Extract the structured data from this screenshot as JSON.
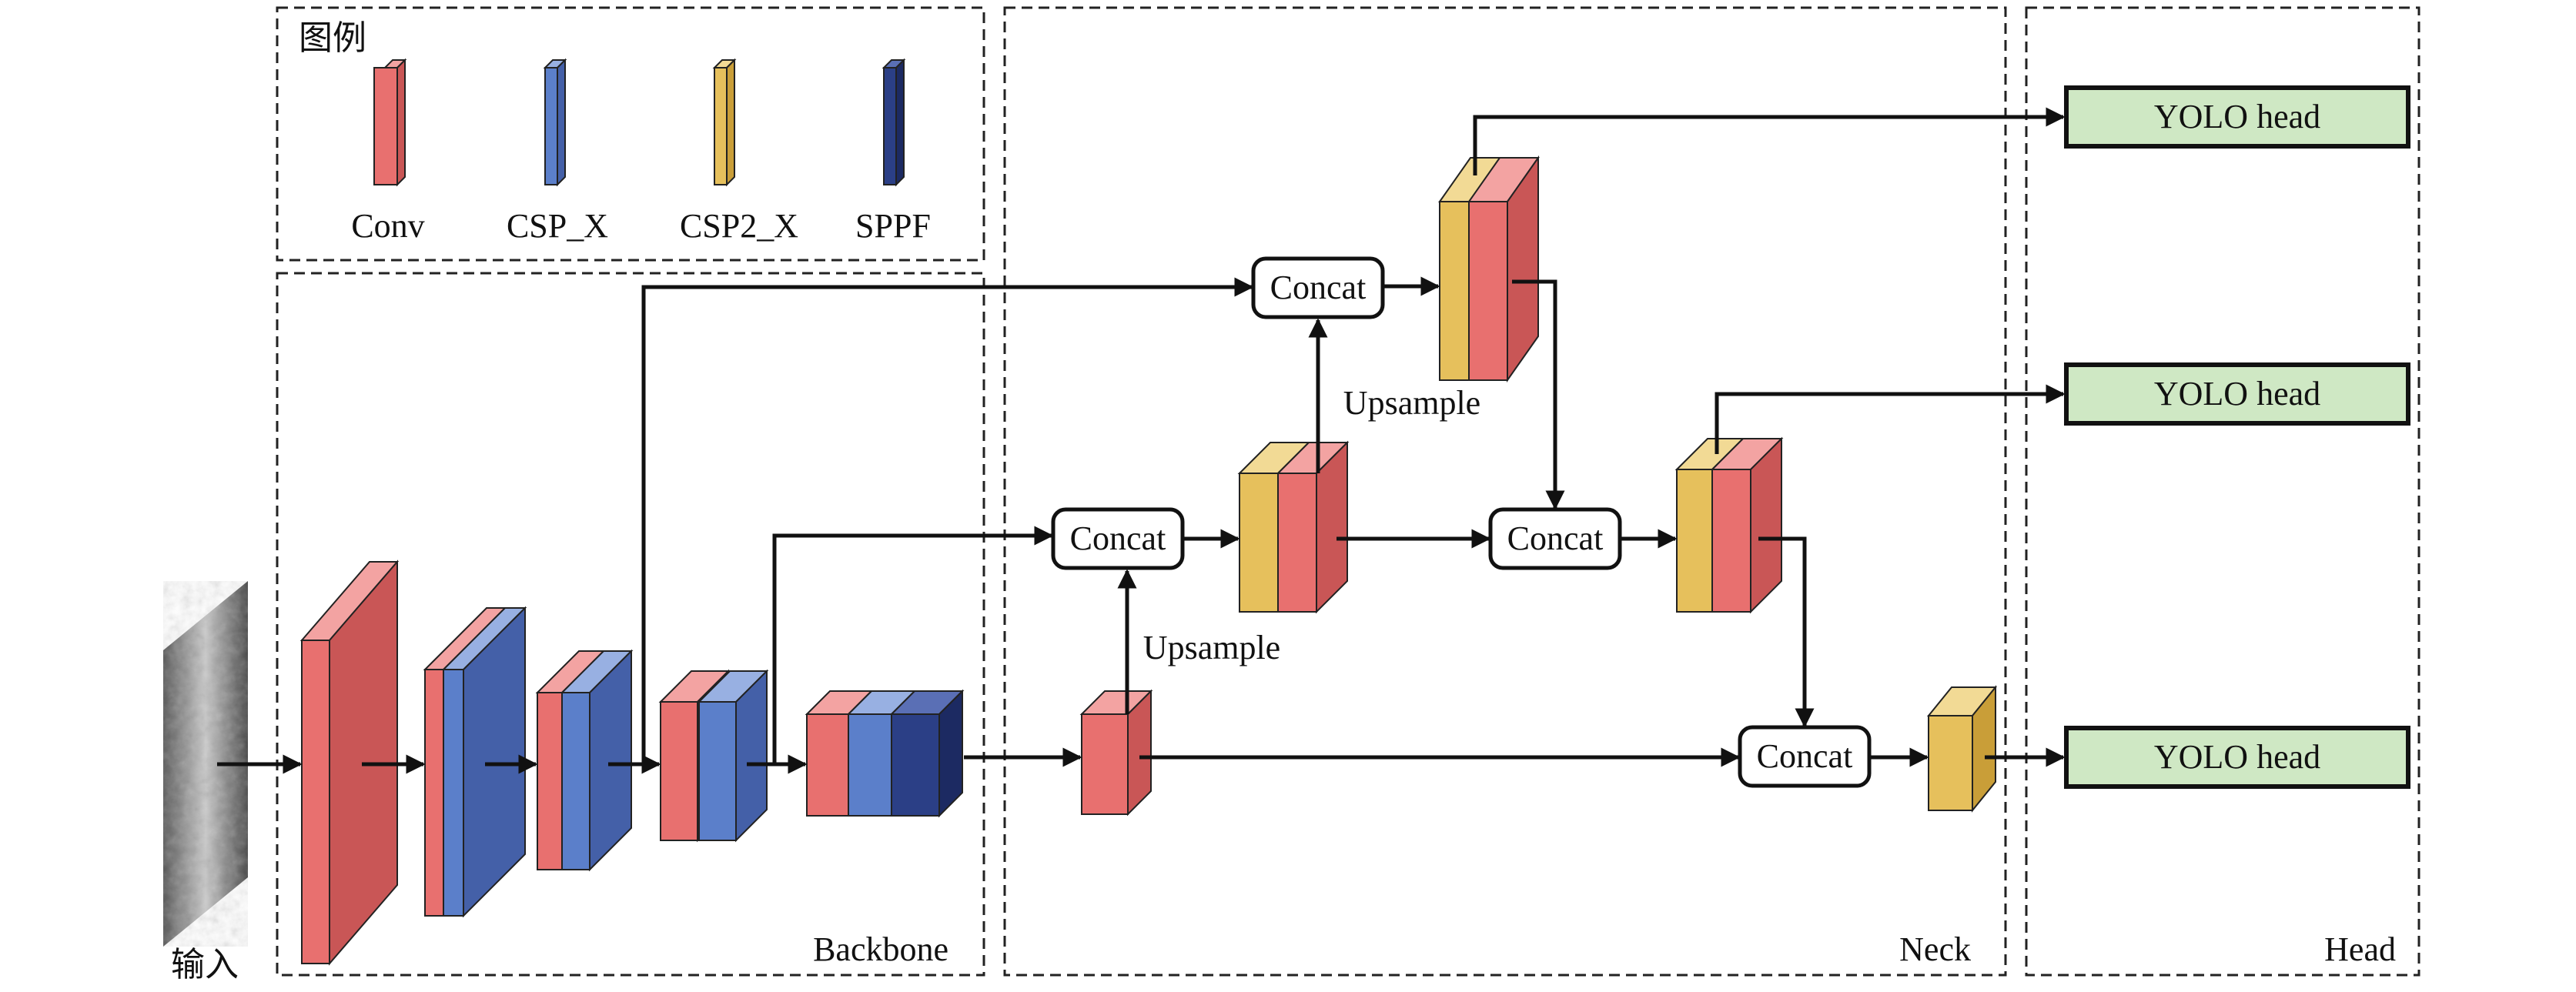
{
  "legend": {
    "title": "图例",
    "items": [
      {
        "key": "conv",
        "label": "Conv",
        "color": "#e8706f"
      },
      {
        "key": "csp",
        "label": "CSP_X",
        "color": "#5b7fca"
      },
      {
        "key": "csp2",
        "label": "CSP2_X",
        "color": "#e6c05c"
      },
      {
        "key": "sppf",
        "label": "SPPF",
        "color": "#2b3f86"
      }
    ]
  },
  "input": {
    "label": "输入"
  },
  "sections": {
    "backbone": "Backbone",
    "neck": "Neck",
    "head": "Head"
  },
  "ops": {
    "concat": "Concat",
    "upsample": "Upsample"
  },
  "heads": [
    "YOLO head",
    "YOLO head",
    "YOLO head"
  ]
}
